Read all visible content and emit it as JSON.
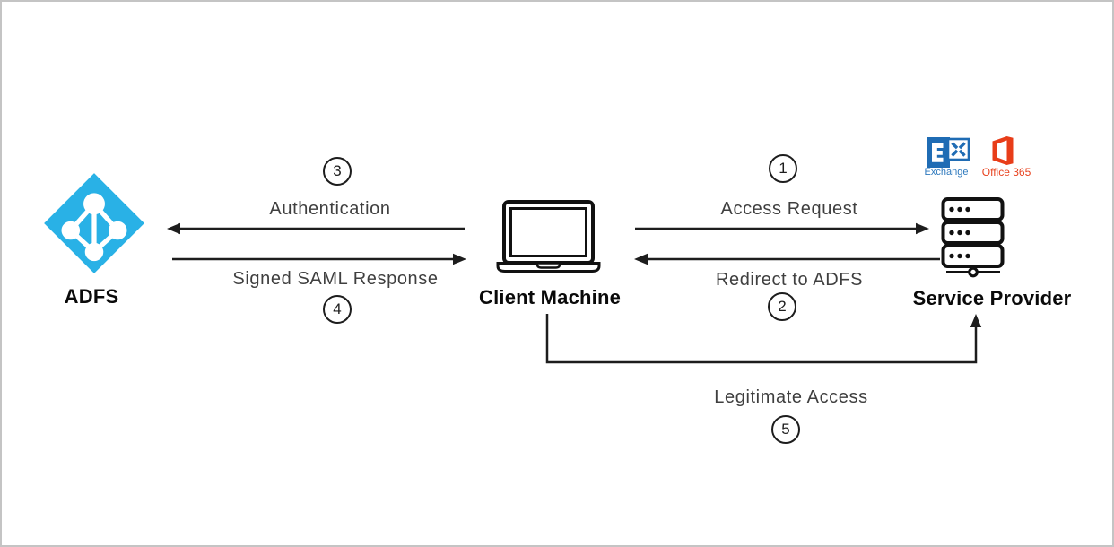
{
  "diagram": {
    "type": "flow-diagram",
    "nodes": [
      {
        "id": "adfs",
        "label": "ADFS"
      },
      {
        "id": "client",
        "label": "Client Machine"
      },
      {
        "id": "service_provider",
        "label": "Service Provider"
      }
    ],
    "service_logos": [
      {
        "id": "exchange",
        "label": "Exchange"
      },
      {
        "id": "office365",
        "label": "Office 365"
      }
    ],
    "flows": [
      {
        "step": "1",
        "label": "Access Request",
        "from": "client",
        "to": "service_provider"
      },
      {
        "step": "2",
        "label": "Redirect to ADFS",
        "from": "service_provider",
        "to": "client"
      },
      {
        "step": "3",
        "label": "Authentication",
        "from": "client",
        "to": "adfs"
      },
      {
        "step": "4",
        "label": "Signed SAML Response",
        "from": "adfs",
        "to": "client"
      },
      {
        "step": "5",
        "label": "Legitimate Access",
        "from": "client",
        "to": "service_provider"
      }
    ],
    "colors": {
      "adfs_icon": "#29b1e6",
      "exchange_blue": "#1f6cb4",
      "exchange_text": "#2e79bd",
      "office_red": "#e83d19",
      "office_text": "#e8421e",
      "connector": "#1d1d1d",
      "flow_label_text": "#3f3f3f",
      "node_label_text": "#0a0a0a",
      "canvas_border": "#c4c4c4"
    }
  }
}
